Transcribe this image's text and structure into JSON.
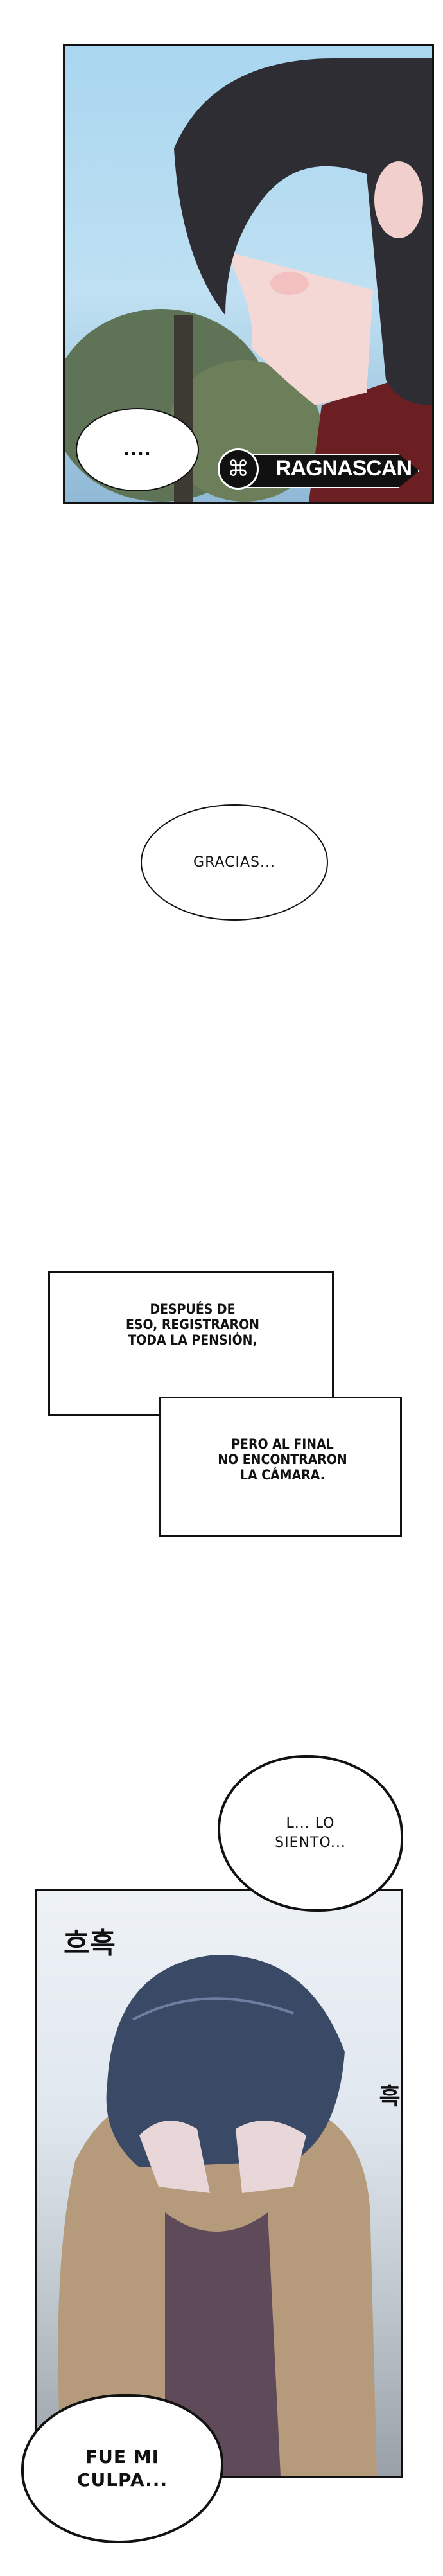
{
  "panel1": {
    "bubble_text": "....",
    "watermark": "RAGNASCAN"
  },
  "bubble_gracias": "GRACIAS...",
  "caption1": "DESPUÉS DE\nESO, REGISTRARON\nTODA LA PENSIÓN,",
  "caption2": "PERO AL FINAL\nNO ENCONTRARON\nLA CÁMARA.",
  "panel2": {
    "bubble_top": "L... LO\nSIENTO...",
    "bubble_bottom": "FUE MI\nCULPA...",
    "sfx_left": "흐흑",
    "sfx_right": "흑"
  },
  "colors": {
    "hair": "#2e2d33",
    "sky": "#a9d6f0",
    "sweater": "#b59a7c",
    "hair2": "#3a4a66"
  }
}
